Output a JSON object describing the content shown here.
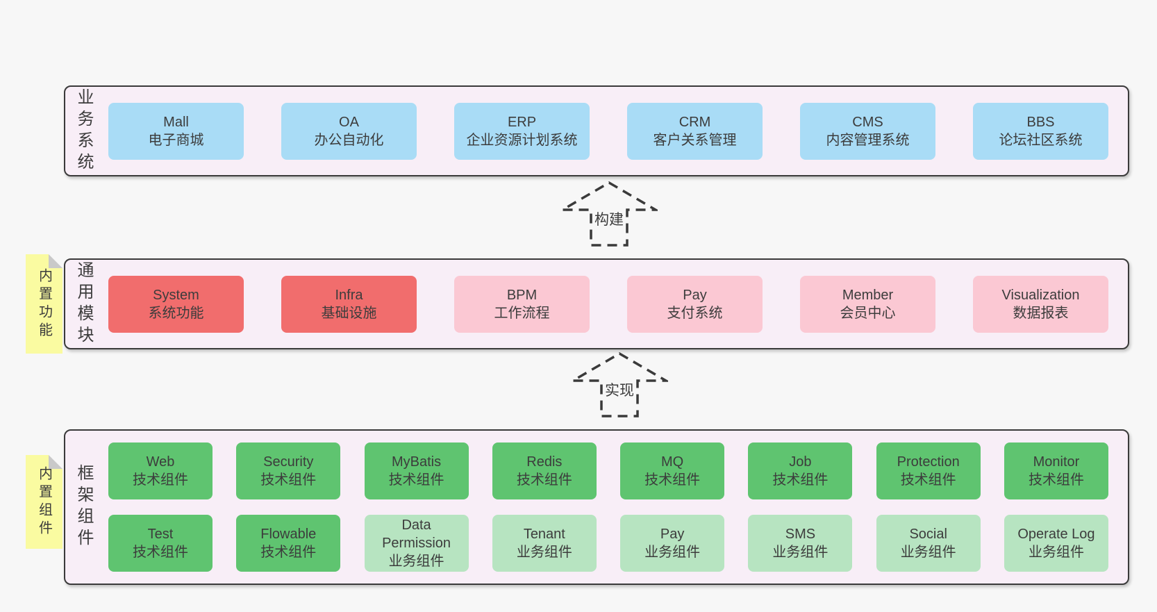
{
  "colors": {
    "page_bg": "#f7f7f7",
    "band_bg": "#f8eef7",
    "band_border": "#3a3a3a",
    "blue_box": "#a9dcf6",
    "red_box": "#f16d6d",
    "pink_box": "#fbc8d3",
    "green_box": "#5fc470",
    "light_green_box": "#b7e4c1",
    "note_bg": "#fafba1",
    "note_fold": "#c9c9c9",
    "text": "#3c3c3c"
  },
  "arrows": [
    {
      "label": "构建"
    },
    {
      "label": "实现"
    }
  ],
  "bands": [
    {
      "label": "业务系统",
      "boxes": [
        {
          "name": "Mall",
          "desc": "电子商城"
        },
        {
          "name": "OA",
          "desc": "办公自动化"
        },
        {
          "name": "ERP",
          "desc": "企业资源计划系统"
        },
        {
          "name": "CRM",
          "desc": "客户关系管理"
        },
        {
          "name": "CMS",
          "desc": "内容管理系统"
        },
        {
          "name": "BBS",
          "desc": "论坛社区系统"
        }
      ]
    },
    {
      "label": "通用模块",
      "note": "内置功能",
      "boxes": [
        {
          "name": "System",
          "desc": "系统功能"
        },
        {
          "name": "Infra",
          "desc": "基础设施"
        },
        {
          "name": "BPM",
          "desc": "工作流程"
        },
        {
          "name": "Pay",
          "desc": "支付系统"
        },
        {
          "name": "Member",
          "desc": "会员中心"
        },
        {
          "name": "Visualization",
          "desc": "数据报表"
        }
      ]
    },
    {
      "label": "框架组件",
      "note": "内置组件",
      "rows": [
        [
          {
            "name": "Web",
            "desc": "技术组件"
          },
          {
            "name": "Security",
            "desc": "技术组件"
          },
          {
            "name": "MyBatis",
            "desc": "技术组件"
          },
          {
            "name": "Redis",
            "desc": "技术组件"
          },
          {
            "name": "MQ",
            "desc": "技术组件"
          },
          {
            "name": "Job",
            "desc": "技术组件"
          },
          {
            "name": "Protection",
            "desc": "技术组件"
          },
          {
            "name": "Monitor",
            "desc": "技术组件"
          }
        ],
        [
          {
            "name": "Test",
            "desc": "技术组件"
          },
          {
            "name": "Flowable",
            "desc": "技术组件"
          },
          {
            "name": "Data Permission",
            "desc": "业务组件"
          },
          {
            "name": "Tenant",
            "desc": "业务组件"
          },
          {
            "name": "Pay",
            "desc": "业务组件"
          },
          {
            "name": "SMS",
            "desc": "业务组件"
          },
          {
            "name": "Social",
            "desc": "业务组件"
          },
          {
            "name": "Operate Log",
            "desc": "业务组件"
          }
        ]
      ]
    }
  ]
}
